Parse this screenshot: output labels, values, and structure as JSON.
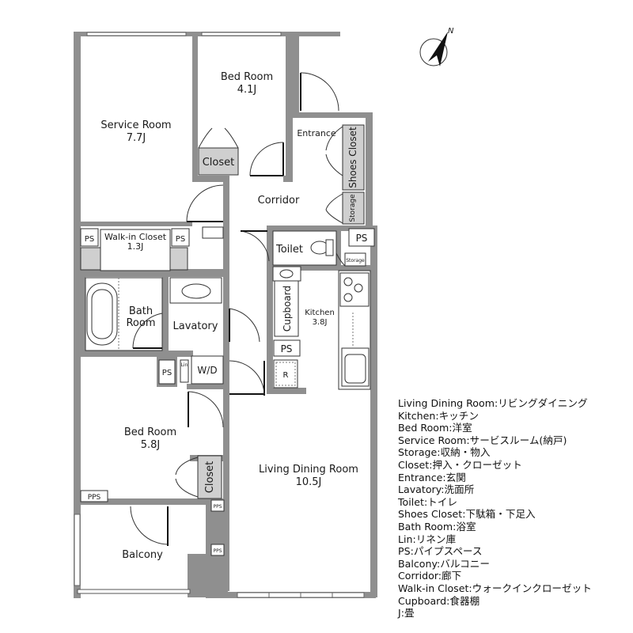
{
  "rooms": {
    "service_room": {
      "name": "Service Room",
      "size": "7.7J"
    },
    "bed_room_1": {
      "name": "Bed Room",
      "size": "4.1J"
    },
    "bed_room_2": {
      "name": "Bed Room",
      "size": "5.8J"
    },
    "walk_in_closet": {
      "name": "Walk-in Closet",
      "size": "1.3J"
    },
    "kitchen": {
      "name": "Kitchen",
      "size": "3.8J"
    },
    "living": {
      "name": "Living Dining Room",
      "size": "10.5J"
    },
    "entrance": "Entrance",
    "corridor": "Corridor",
    "toilet": "Toilet",
    "bath_line1": "Bath",
    "bath_line2": "Room",
    "lavatory": "Lavatory",
    "balcony": "Balcony",
    "closet": "Closet",
    "shoes_closet": "Shoes Closet",
    "storage": "Storage",
    "cupboard": "Cupboard",
    "ps": "PS",
    "pps": "PPS",
    "wd": "W/D",
    "lin": "Lin",
    "refrigerator": "R"
  },
  "compass": "N",
  "legend": [
    "Living Dining Room:リビングダイニング",
    "Kitchen:キッチン",
    "Bed Room:洋室",
    "Service Room:サービスルーム(納戸)",
    "Storage:収納・物入",
    "Closet:押入・クローゼット",
    "Entrance:玄関",
    "Lavatory:洗面所",
    "Toilet:トイレ",
    "Shoes Closet:下駄箱・下足入",
    "Bath Room:浴室",
    "Lin:リネン庫",
    "PS:パイプスペース",
    "Balcony:バルコニー",
    "Corridor:廊下",
    "Walk-in Closet:ウォークインクローゼット",
    "Cupboard:食器棚",
    "J:畳"
  ],
  "colors": {
    "wall": "#8f8f8f",
    "fixture": "#cfcfcf",
    "line": "#333333"
  }
}
